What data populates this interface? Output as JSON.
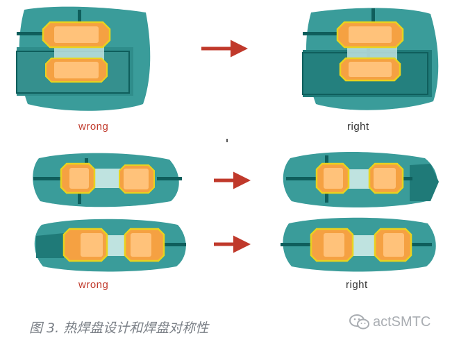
{
  "labels": {
    "top_wrong": "wrong",
    "top_right": "right",
    "bottom_wrong": "wrong",
    "bottom_right": "right"
  },
  "caption": "图 3. 热焊盘设计和焊盘对称性",
  "watermark": "actSMTC",
  "colors": {
    "board": "#3a9c9a",
    "board_dark": "#1f7a78",
    "trace": "#0f5e5c",
    "pad": "#f5a142",
    "pad_core": "#ffc27a",
    "pad_outline": "#e9d21e",
    "arrow": "#c0392b",
    "bridge": "#bfe3e0"
  },
  "icons": {
    "arrow": "right-arrow-icon",
    "watermark_logo": "wechat-logo-icon"
  }
}
